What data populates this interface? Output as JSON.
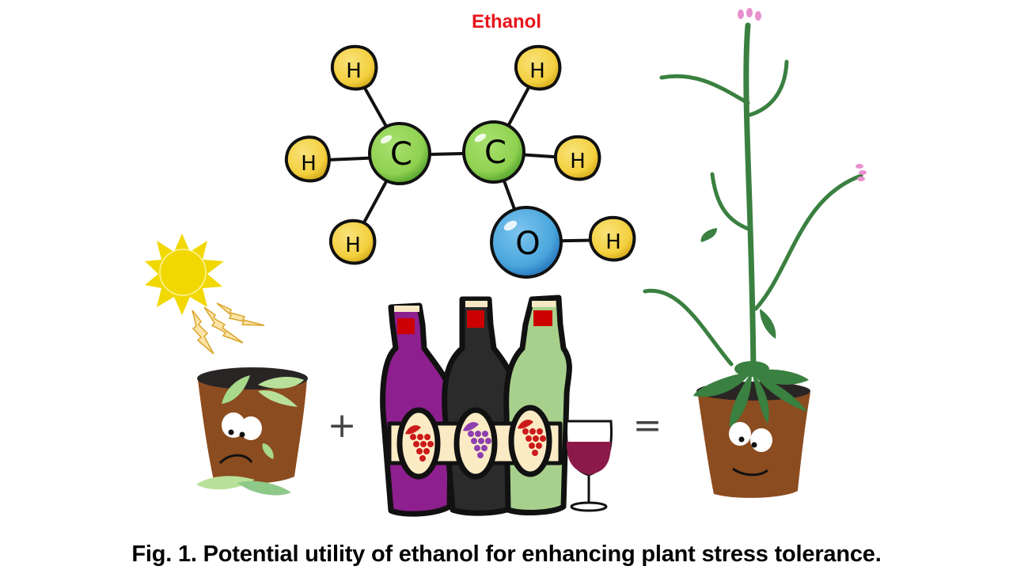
{
  "figure": {
    "title": "Ethanol",
    "caption": "Fig. 1. Potential utility of ethanol for enhancing plant stress tolerance.",
    "operators": {
      "plus": "+",
      "equals": "="
    }
  },
  "molecule": {
    "name": "Ethanol",
    "atoms": [
      {
        "id": "C1",
        "label": "C",
        "element": "carbon"
      },
      {
        "id": "C2",
        "label": "C",
        "element": "carbon"
      },
      {
        "id": "O1",
        "label": "O",
        "element": "oxygen"
      },
      {
        "id": "H1",
        "label": "H",
        "element": "hydrogen"
      },
      {
        "id": "H2",
        "label": "H",
        "element": "hydrogen"
      },
      {
        "id": "H3",
        "label": "H",
        "element": "hydrogen"
      },
      {
        "id": "H4",
        "label": "H",
        "element": "hydrogen"
      },
      {
        "id": "H5",
        "label": "H",
        "element": "hydrogen"
      },
      {
        "id": "H6",
        "label": "H",
        "element": "hydrogen"
      }
    ],
    "colors": {
      "carbon": "#8fd14f",
      "oxygen": "#4aa6dc",
      "hydrogen": "#f4d03f",
      "title": "#e8141b"
    }
  },
  "panels": {
    "stressed_plant": {
      "description": "wilted plant in pot under sun",
      "mood": "sad"
    },
    "treatment": {
      "description": "wine bottles and glass",
      "bottle_colors": [
        "#8e1f8e",
        "#2b2b2b",
        "#a8d08d"
      ],
      "wine_color": "#8b1a4a"
    },
    "tolerant_plant": {
      "description": "healthy flowering plant in pot",
      "mood": "happy"
    }
  }
}
